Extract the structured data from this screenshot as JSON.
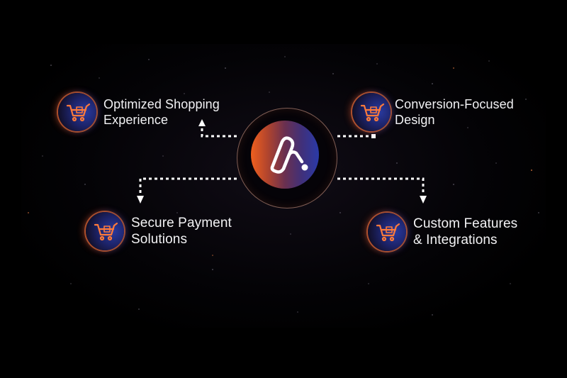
{
  "diagram": {
    "type": "hub-and-spoke",
    "center": {
      "icon": "brand-logo-icon",
      "label": ""
    },
    "nodes": [
      {
        "id": "top-left",
        "icon": "shopping-cart-icon",
        "lines": [
          "Optimized Shopping",
          "Experience"
        ]
      },
      {
        "id": "top-right",
        "icon": "shopping-cart-icon",
        "lines": [
          "Conversion-Focused",
          "Design"
        ]
      },
      {
        "id": "bottom-left",
        "icon": "shopping-cart-icon",
        "lines": [
          "Secure Payment",
          "Solutions"
        ]
      },
      {
        "id": "bottom-right",
        "icon": "shopping-cart-icon",
        "lines": [
          "Custom Features",
          "& Integrations"
        ]
      }
    ],
    "edges": [
      {
        "from": "center",
        "to": "top-left",
        "style": "dotted-arrow"
      },
      {
        "from": "center",
        "to": "top-right",
        "style": "dotted"
      },
      {
        "from": "center",
        "to": "bottom-left",
        "style": "dotted-arrow"
      },
      {
        "from": "center",
        "to": "bottom-right",
        "style": "dotted-arrow"
      }
    ]
  },
  "colors": {
    "background": "#000000",
    "accent_orange": "#f0601e",
    "accent_blue": "#2a3aa8",
    "text": "#f2f2f4",
    "connector": "#ffffff"
  }
}
